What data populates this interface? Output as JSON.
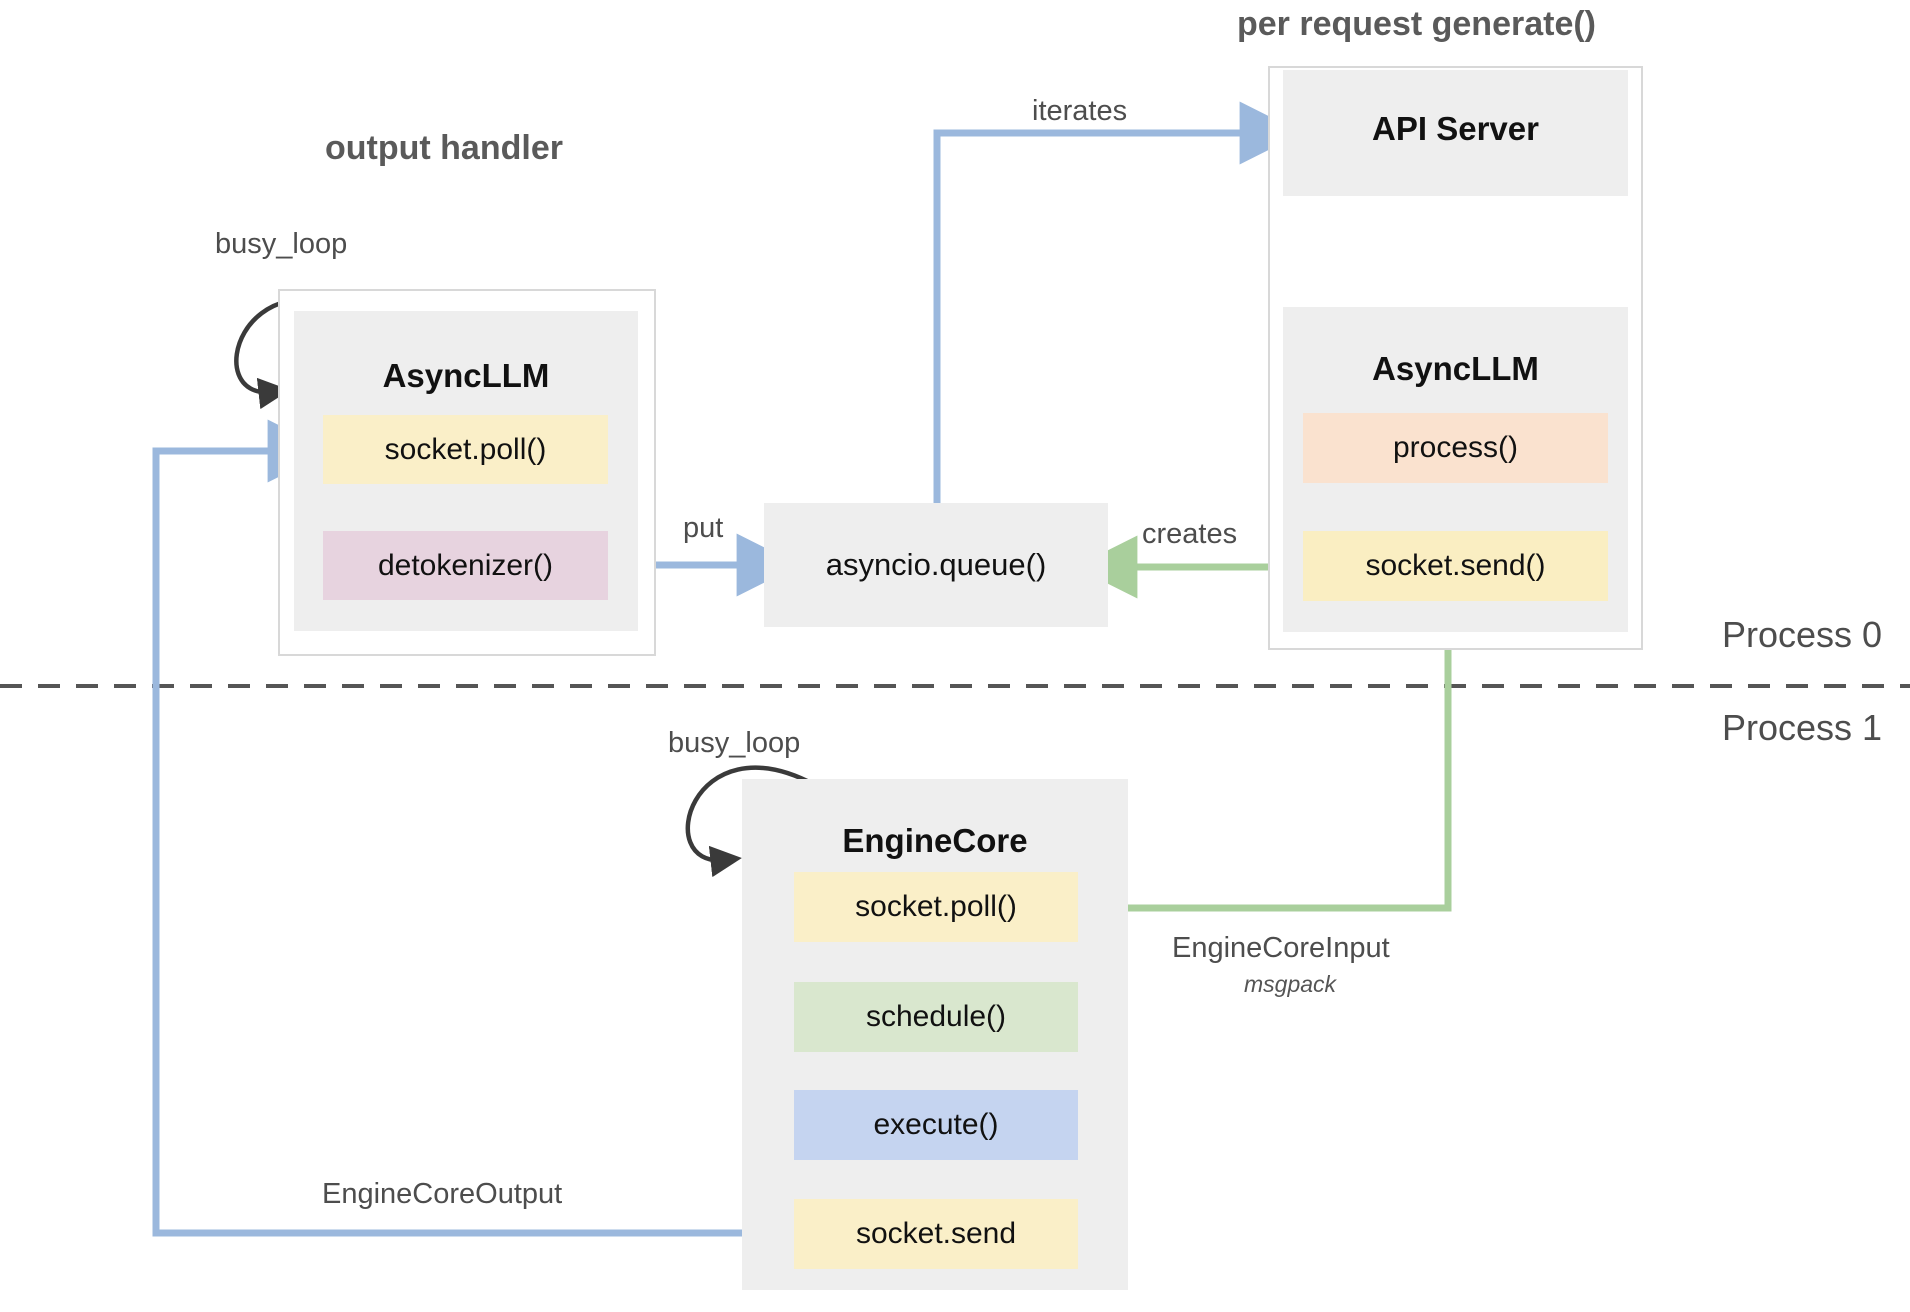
{
  "diagram": {
    "title_left": "output handler",
    "title_right": "per request generate()",
    "process_top": "Process 0",
    "process_bottom": "Process 1"
  },
  "output_handler": {
    "busy_loop_label": "busy_loop",
    "box_title": "AsyncLLM",
    "steps": [
      {
        "label": "socket.poll()",
        "color": "#faefc8"
      },
      {
        "label": "detokenizer()",
        "color": "#e7d3df"
      }
    ]
  },
  "queue": {
    "label": "asyncio.queue()"
  },
  "api_panel": {
    "api_server_title": "API Server",
    "asyncllm_title": "AsyncLLM",
    "steps": [
      {
        "label": "process()",
        "color": "#fae2cf"
      },
      {
        "label": "socket.send()",
        "color": "#faeec2"
      }
    ]
  },
  "engine_core": {
    "busy_loop_label": "busy_loop",
    "box_title": "EngineCore",
    "steps": [
      {
        "label": "socket.poll()",
        "color": "#faefc8"
      },
      {
        "label": "schedule()",
        "color": "#d9e7ce"
      },
      {
        "label": "execute()",
        "color": "#c5d4f0"
      },
      {
        "label": "socket.send",
        "color": "#faefc8"
      }
    ]
  },
  "edges": {
    "put": "put",
    "iterates": "iterates",
    "creates": "creates",
    "engine_core_input": "EngineCoreInput",
    "engine_core_input_format": "msgpack",
    "engine_core_output": "EngineCoreOutput"
  },
  "colors": {
    "blue_arrow": "#9bb8dd",
    "green_arrow": "#a9cf9c",
    "black_arrow": "#3a3a3a",
    "gray_block": "#eeeeee",
    "panel_border": "#d8d8d8",
    "divider": "#555555"
  }
}
